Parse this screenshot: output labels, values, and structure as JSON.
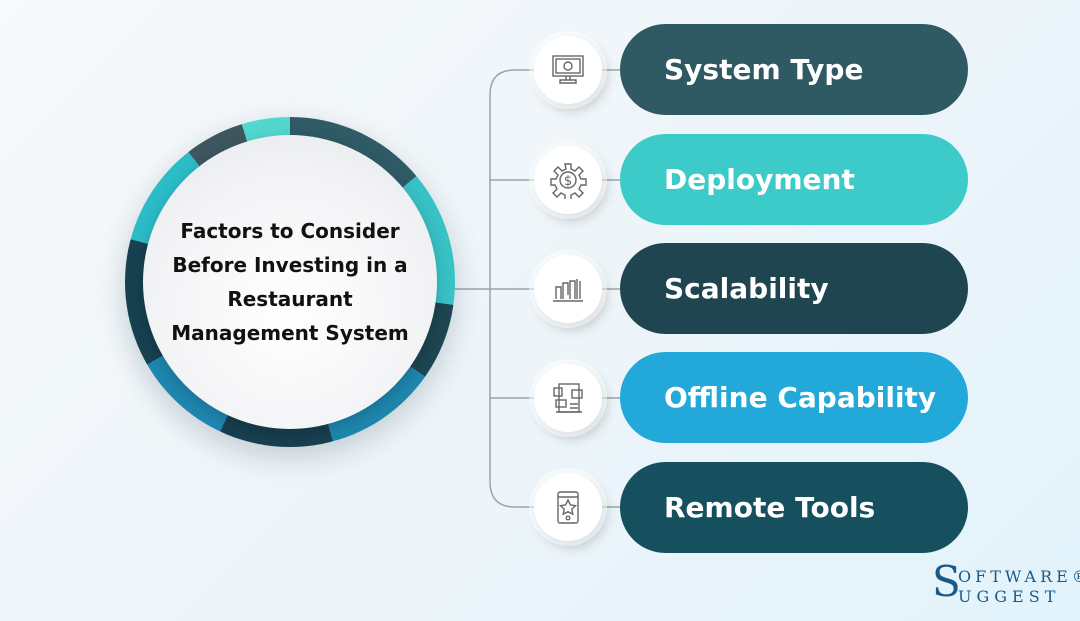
{
  "center": {
    "title": "Factors to Consider Before Investing in a Restaurant Management System"
  },
  "factors": [
    {
      "label": "System Type",
      "icon": "monitor-icon",
      "color": "#2f5a63"
    },
    {
      "label": "Deployment",
      "icon": "gear-dollar-icon",
      "color": "#3dcbc9"
    },
    {
      "label": "Scalability",
      "icon": "bar-chart-icon",
      "color": "#1f4650"
    },
    {
      "label": "Offline Capability",
      "icon": "chat-document-icon",
      "color": "#22a9d9"
    },
    {
      "label": "Remote Tools",
      "icon": "mobile-star-icon",
      "color": "#16505f"
    }
  ],
  "logo": {
    "initial": "S",
    "line1": "OFTWARE®",
    "line2": "UGGEST",
    "text": "SoftwareSuggest"
  }
}
